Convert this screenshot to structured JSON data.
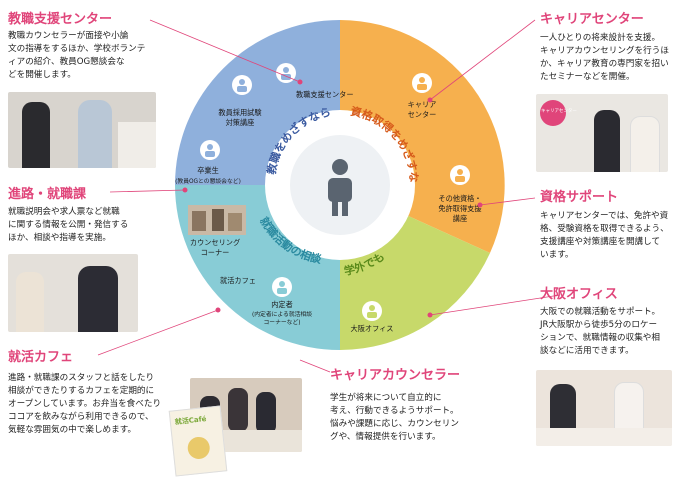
{
  "sections": {
    "teaching": {
      "title": "教職支援センター",
      "desc": [
        "教職カウンセラーが面接や小論",
        "文の指導をするほか、学校ボランテ",
        "ィアの紹介、教員OG懇談会な",
        "どを開催します。"
      ]
    },
    "career_course": {
      "title": "進路・就職課",
      "desc": [
        "就職説明会や求人票など就職",
        "に関する情報を公開・発信する",
        "ほか、相談や指導を実施。"
      ]
    },
    "job_cafe": {
      "title": "就活カフェ",
      "desc": [
        "進路・就職課のスタッフと話をしたり",
        "相談ができたりするカフェを定期的に",
        "オープンしています。お弁当を食べたり",
        "ココアを飲みながら利用できるので、",
        "気軽な雰囲気の中で楽しめます。"
      ],
      "card_text": "就活Café"
    },
    "career_center": {
      "title": "キャリアセンター",
      "desc": [
        "一人ひとりの将来設計を支援。",
        "キャリアカウンセリングを行うほ",
        "か、キャリア教育の専門家を招い",
        "たセミナーなどを開催。"
      ],
      "sign_text": "キャリアセンター"
    },
    "license_support": {
      "title": "資格サポート",
      "desc": [
        "キャリアセンターでは、免許や資",
        "格、受験資格を取得できるよう、",
        "支援講座や対策講座を開講して",
        "います。"
      ]
    },
    "osaka_office": {
      "title": "大阪オフィス",
      "desc": [
        "大阪での就職活動をサポート。",
        "JR大阪駅から徒歩5分のロケー",
        "ションで、就職情報の収集や相",
        "談などに活用できます。"
      ]
    },
    "career_counselor": {
      "title": "キャリアカウンセラー",
      "desc": [
        "学生が将来について自立的に",
        "考え、行動できるようサポート。",
        "悩みや課題に応じ、カウンセリン",
        "グや、情報提供を行います。"
      ]
    }
  },
  "ring": {
    "arc_teacher": "教職をめざすなら",
    "arc_license": "資格取得をめざすなら",
    "arc_jobhunt": "就職活動の相談",
    "arc_outside": "学外でも",
    "nodes": {
      "teaching_center": "教職支援センター",
      "teacher_exam_1": "教員採用試験",
      "teacher_exam_2": "対策講座",
      "graduate_1": "卒業生",
      "graduate_2": "(教員OGとの懇談会など)",
      "career_center_1": "キャリア",
      "career_center_2": "センター",
      "license_1": "その他資格・",
      "license_2": "免許取得支援",
      "license_3": "講座",
      "counseling_1": "カウンセリング",
      "counseling_2": "コーナー",
      "job_cafe": "就活カフェ",
      "interview_1": "内定者",
      "interview_2": "(内定者による就活相談",
      "interview_3": "コーナーなど)",
      "osaka": "大阪オフィス"
    }
  },
  "colors": {
    "accent_pink": "#e0457a",
    "blue_segment": "#8fb0dc",
    "orange_segment": "#f6b04e",
    "teal_segment": "#88ccd6",
    "green_segment": "#c7d96a",
    "person": "#5a6470"
  },
  "icons": [
    "person-icon"
  ]
}
